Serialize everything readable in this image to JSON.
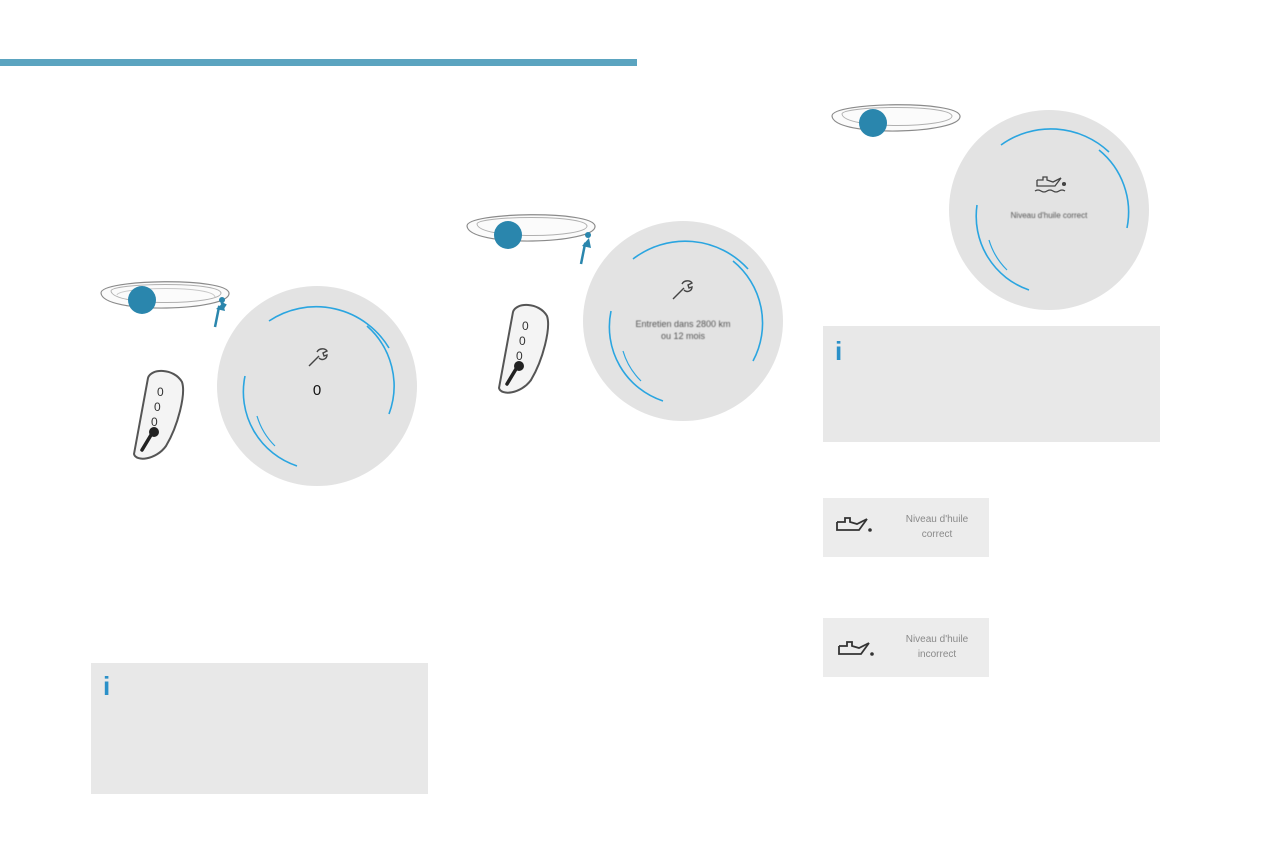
{
  "gauge_1": {
    "odometer_value": "0"
  },
  "gauge_2": {
    "message_line1": "Entretien dans 2800 km",
    "message_line2": "ou 12 mois"
  },
  "gauge_3": {
    "message": "Niveau d'huile correct"
  },
  "button_1": {
    "digits": [
      "0",
      "0",
      "0"
    ]
  },
  "button_2": {
    "digits": [
      "0",
      "0",
      "0"
    ]
  },
  "info_boxes": {
    "icon_glyph": "i"
  },
  "oil_indicator_correct": {
    "line1": "Niveau d'huile",
    "line2": "correct"
  },
  "oil_indicator_incorrect": {
    "line1": "Niveau d'huile",
    "line2": "incorrect"
  },
  "colors": {
    "accent": "#5ba4c0",
    "highlight": "#2a90c8",
    "panel": "#e8e8e8",
    "gauge_bg": "#e3e3e3",
    "gauge_arc": "#2aa5e0"
  }
}
